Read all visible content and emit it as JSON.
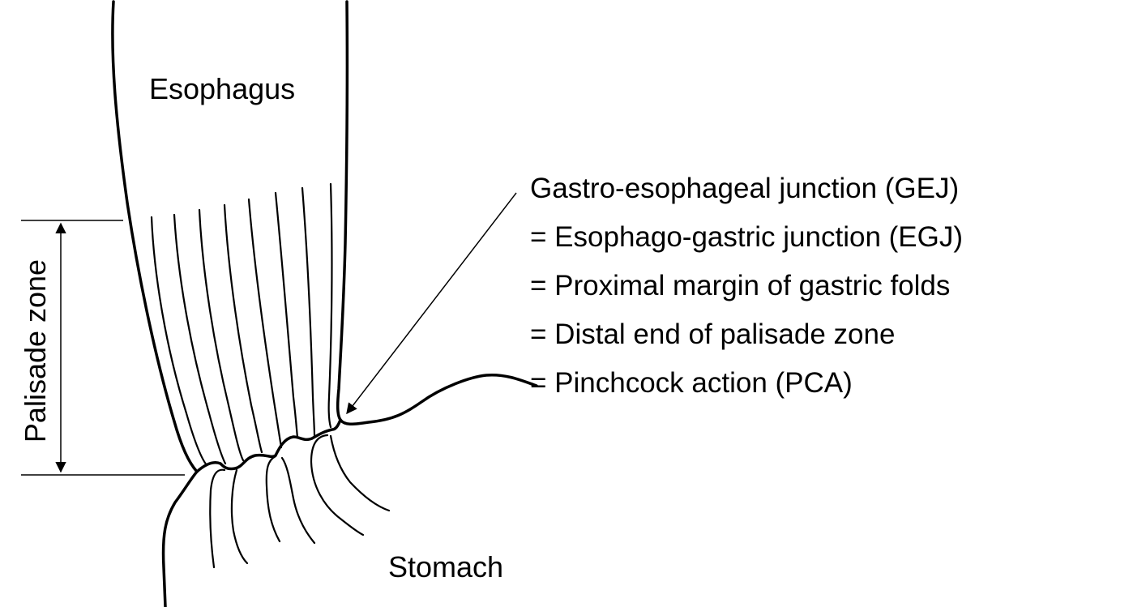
{
  "labels": {
    "esophagus": "Esophagus",
    "stomach": "Stomach",
    "palisade_zone": "Palisade zone"
  },
  "definition_lines": [
    "Gastro-esophageal junction (GEJ)",
    "= Esophago-gastric junction (EGJ)",
    "= Proximal margin of gastric folds",
    "= Distal end of palisade zone",
    "= Pinchcock action (PCA)"
  ],
  "colors": {
    "stroke": "#000000",
    "background": "#ffffff"
  }
}
